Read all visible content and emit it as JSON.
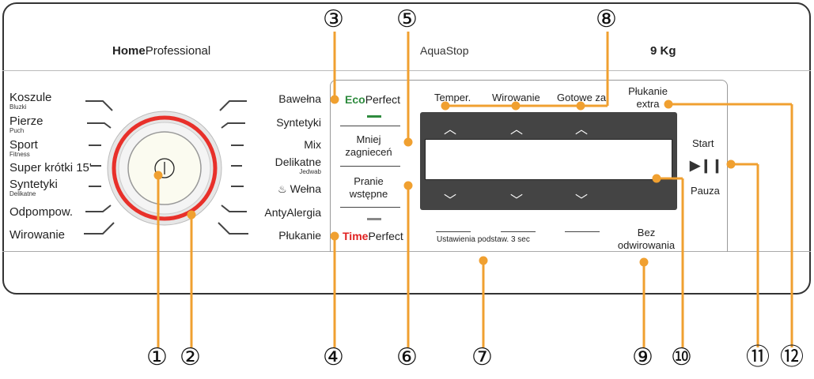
{
  "brand": {
    "bold": "Home",
    "rest": "Professional"
  },
  "aquastop": "AquaStop",
  "capacity": "9 Kg",
  "left_programs": [
    {
      "label": "Koszule",
      "sub": "Bluzki"
    },
    {
      "label": "Pierze",
      "sub": "Puch"
    },
    {
      "label": "Sport",
      "sub": "Fitness"
    },
    {
      "label": "Super krótki 15'",
      "sub": ""
    },
    {
      "label": "Syntetyki",
      "sub": "Delikatne"
    },
    {
      "label": "Odpompow.",
      "sub": ""
    },
    {
      "label": "Wirowanie",
      "sub": ""
    }
  ],
  "right_programs": [
    {
      "label": "Bawełna",
      "sub": ""
    },
    {
      "label": "Syntetyki",
      "sub": ""
    },
    {
      "label": "Mix",
      "sub": ""
    },
    {
      "label": "Delikatne",
      "sub": "Jedwab"
    },
    {
      "label": "Wełna",
      "sub": ""
    },
    {
      "label": "AntyAlergia",
      "sub": ""
    },
    {
      "label": "Płukanie",
      "sub": ""
    }
  ],
  "eco": {
    "bold": "Eco",
    "rest": "Perfect"
  },
  "time": {
    "bold": "Time",
    "rest": "Perfect"
  },
  "buttons": {
    "mniej": "Mniej zagnieceń",
    "pranie": "Pranie wstępne",
    "temper": "Temper.",
    "wirowanie": "Wirowanie",
    "gotowe": "Gotowe za",
    "plukanie_extra": "Płukanie extra",
    "start": "Start",
    "pauza": "Pauza",
    "bez": "Bez odwirowania",
    "ustawienia": "Ustawienia podstaw. 3 sec"
  },
  "callouts": [
    "①",
    "②",
    "③",
    "④",
    "⑤",
    "⑥",
    "⑦",
    "⑧",
    "⑨",
    "⑩",
    "⑪",
    "⑫"
  ],
  "colors": {
    "callout_line": "#f0a030",
    "ring": "#e8302a",
    "eco": "#2e8b3e",
    "time": "#e02020"
  }
}
